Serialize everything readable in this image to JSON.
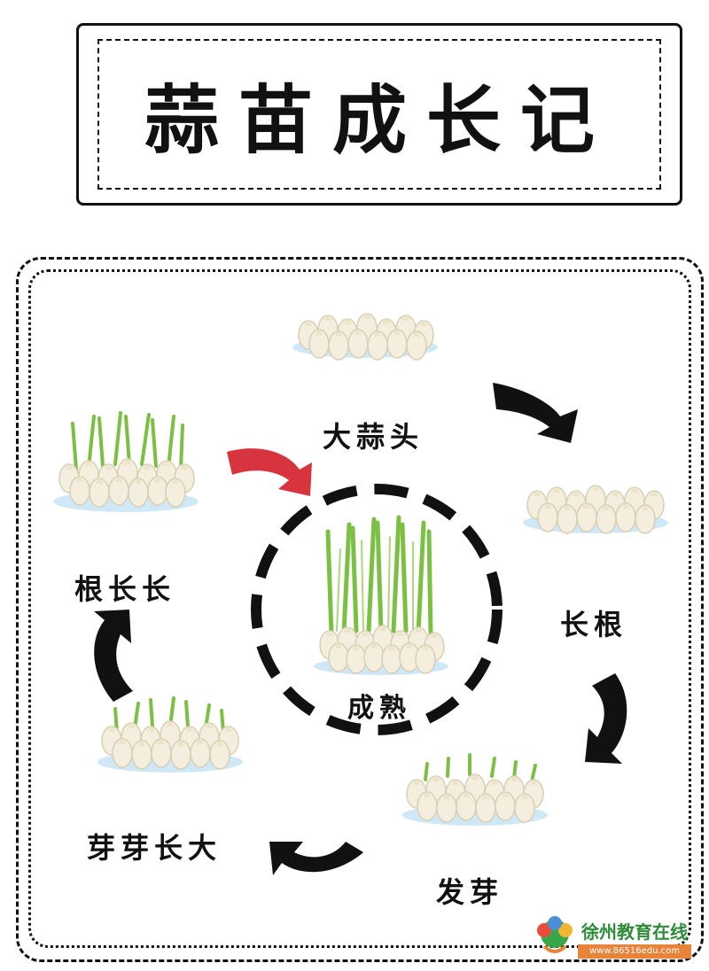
{
  "title": "蒜苗成长记",
  "stages": {
    "garlic_head": "大蒜头",
    "roots": "长根",
    "sprout": "发芽",
    "sprout_grows": "芽芽长大",
    "roots_long": "根长长",
    "mature": "成熟"
  },
  "watermark": {
    "site": "徐州教育在线",
    "url": "www.86516edu.com"
  },
  "colors": {
    "arrow": "#111111",
    "arrow_highlight": "#d8343e",
    "leaf": "#7cc043",
    "clove": "#f3eedd",
    "water": "#cfe8f7"
  }
}
